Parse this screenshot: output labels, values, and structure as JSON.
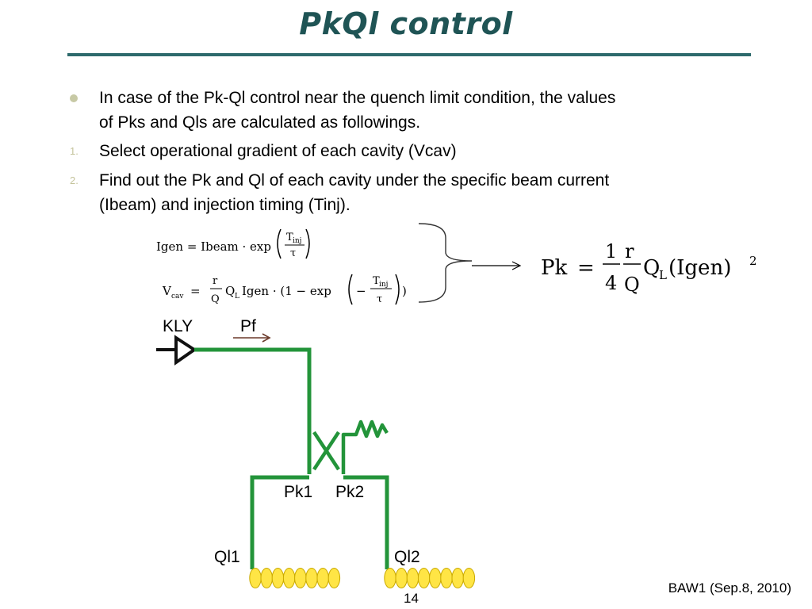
{
  "title": "PkQl control",
  "bullets": [
    {
      "marker_type": "dot",
      "marker": "",
      "text_line1": "In case of the Pk-Ql control near the quench limit condition, the values",
      "text_line2": "of Pks and Qls are calculated as followings."
    },
    {
      "marker_type": "number",
      "marker": "1.",
      "text_line1": "Select operational gradient of each cavity (Vcav)",
      "text_line2": ""
    },
    {
      "marker_type": "number",
      "marker": "2.",
      "text_line1": "Find out the Pk and Ql of each cavity under the specific beam current",
      "text_line2": "(Ibeam) and injection timing (Tinj)."
    }
  ],
  "equations": {
    "igen_lhs": "Igen = Ibeam · exp",
    "tinj": "T",
    "inj_sub": "inj",
    "tau": "τ",
    "vcav_v": "V",
    "vcav_sub": "cav",
    "eq": "=",
    "r": "r",
    "Q": "Q",
    "QL_Q": "Q",
    "QL_sub": "L",
    "vcav_mid": "Igen · (1 − exp",
    "minus": "−",
    "close": ")",
    "pk": "Pk",
    "one": "1",
    "four": "4",
    "pk_tail": "(Igen)",
    "sq": "2"
  },
  "diagram": {
    "kly": "KLY",
    "pf": "Pf",
    "pk1": "Pk1",
    "pk2": "Pk2",
    "ql1": "Ql1",
    "ql2": "Ql2"
  },
  "colors": {
    "line": "#23943a",
    "cell_fill": "#ffe545",
    "cell_stroke": "#c9a900",
    "title": "#1f5455"
  },
  "cavity_cell_count_each": 8,
  "slide_number": "14",
  "footer": "BAW1 (Sep.8, 2010)"
}
